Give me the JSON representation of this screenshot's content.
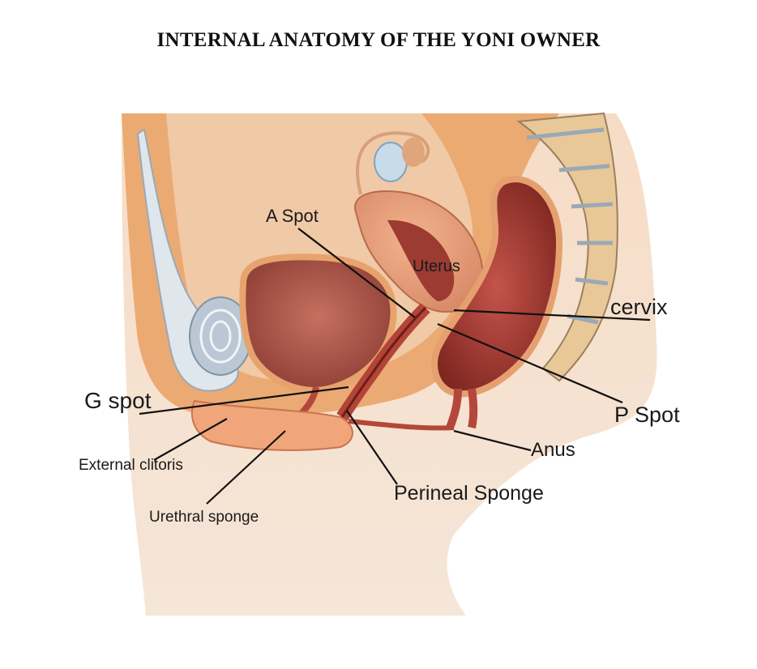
{
  "title": "INTERNAL ANATOMY OF THE YONI OWNER",
  "labels": {
    "a_spot": "A Spot",
    "uterus": "Uterus",
    "cervix": "cervix",
    "g_spot": "G spot",
    "p_spot": "P Spot",
    "anus": "Anus",
    "external_clitoris": "External clitoris",
    "perineal_sponge": "Perineal Sponge",
    "urethral_sponge": "Urethral sponge"
  },
  "colors": {
    "skin": "#f2cdb1",
    "tissue": "#e9a06a",
    "muscle": "#b4473b",
    "bladder_inner": "#a9564b",
    "bone": "#cfd9e2",
    "spine": "#e7c99a"
  }
}
